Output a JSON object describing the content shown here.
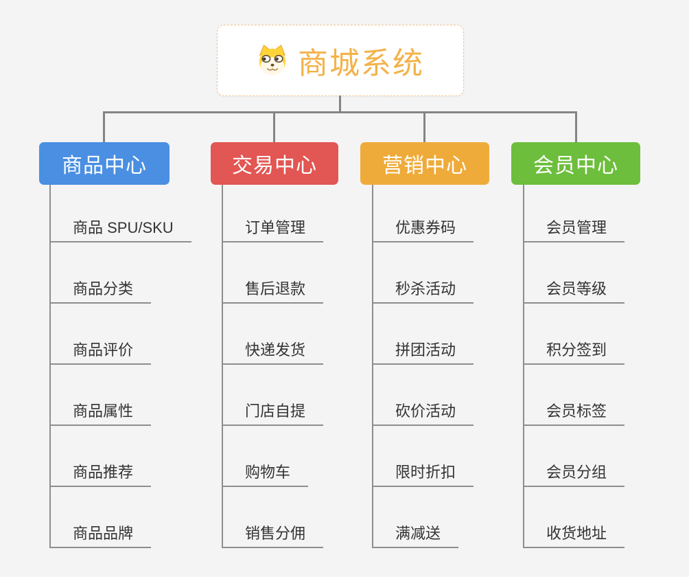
{
  "root": {
    "title": "商城系统",
    "icon": "doge-icon"
  },
  "branches": [
    {
      "label": "商品中心",
      "color": "#4a8fe2",
      "items": [
        "商品 SPU/SKU",
        "商品分类",
        "商品评价",
        "商品属性",
        "商品推荐",
        "商品品牌"
      ]
    },
    {
      "label": "交易中心",
      "color": "#e25653",
      "items": [
        "订单管理",
        "售后退款",
        "快递发货",
        "门店自提",
        "购物车",
        "销售分佣"
      ]
    },
    {
      "label": "营销中心",
      "color": "#efab3a",
      "items": [
        "优惠券码",
        "秒杀活动",
        "拼团活动",
        "砍价活动",
        "限时折扣",
        "满减送"
      ]
    },
    {
      "label": "会员中心",
      "color": "#6dbe3c",
      "items": [
        "会员管理",
        "会员等级",
        "积分签到",
        "会员标签",
        "会员分组",
        "收货地址"
      ]
    }
  ],
  "palette": {
    "background": "#f4f4f5",
    "connector": "#848484",
    "underline": "#8d8d8d",
    "leaf_text": "#333333",
    "root_text": "#f3b24a",
    "root_border": "#f0c488"
  }
}
